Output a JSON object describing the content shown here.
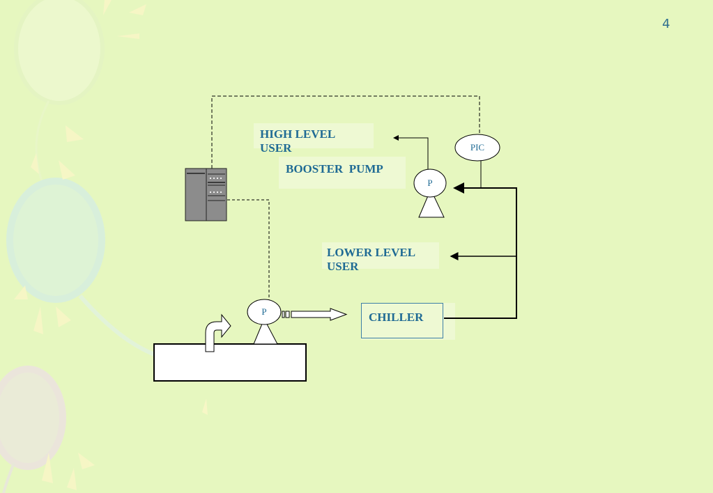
{
  "page": {
    "number": "4"
  },
  "diagram": {
    "labels": {
      "high_level_user": [
        "HIGH LEVEL",
        "USER"
      ],
      "booster_pump": "BOOSTER  PUMP",
      "lower_level_user": [
        "LOWER LEVEL",
        "USER"
      ],
      "chiller": "CHILLER"
    },
    "instruments": {
      "pic": "PIC",
      "pump_main": "P",
      "pump_booster": "P"
    },
    "colors": {
      "background": "#e6f7bf",
      "label_text": "#1f6a94",
      "line": "#000000",
      "panel": "#808080"
    }
  }
}
